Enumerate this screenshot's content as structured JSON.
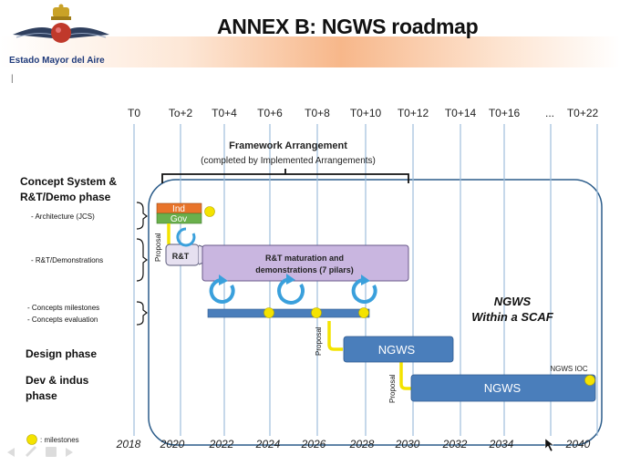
{
  "header": {
    "org_name": "Estado Mayor del Aire",
    "title": "ANNEX B: NGWS roadmap",
    "cursor_mark": "|"
  },
  "timeline": {
    "t_labels": [
      "T0",
      "To+2",
      "T0+4",
      "T0+6",
      "T0+8",
      "T0+10",
      "T0+12",
      "T0+14",
      "T0+16",
      "...",
      "T0+22"
    ],
    "years": [
      "2018",
      "2020",
      "2022",
      "2024",
      "2026",
      "2028",
      "2030",
      "2032",
      "2034",
      "2040"
    ]
  },
  "framework": {
    "title": "Framework Arrangement",
    "subtitle": "(completed by Implemented Arrangements)"
  },
  "phases": {
    "concept_title_1": "Concept System &",
    "concept_title_2": "R&T/Demo phase",
    "architecture": "- Architecture (JCS)",
    "rt_demo": "- R&T/Demonstrations",
    "milestones_item": "- Concepts milestones",
    "evaluation_item": "- Concepts evaluation",
    "design": "Design phase",
    "dev_1": "Dev & indus",
    "dev_2": "phase"
  },
  "bars": {
    "ind": "Ind",
    "gov": "Gov",
    "proposal": "Proposal",
    "rt": "R&T",
    "rt_maturation_1": "R&T maturation and",
    "rt_maturation_2": "demonstrations (7 pilars)",
    "ngws": "NGWS",
    "ngws_ioc": "NGWS IOC"
  },
  "scaf": {
    "line1": "NGWS",
    "line2": "Within a SCAF"
  },
  "legend": {
    "milestones": ": milestones"
  },
  "colors": {
    "blue_bar": "#4a7ebb",
    "purple": "#c9b6e0",
    "ind": "#e8742a",
    "gov": "#6ab04c",
    "milestone": "#f4e300",
    "cycle": "#3aa0dc",
    "frame": "#2b5c8a"
  }
}
